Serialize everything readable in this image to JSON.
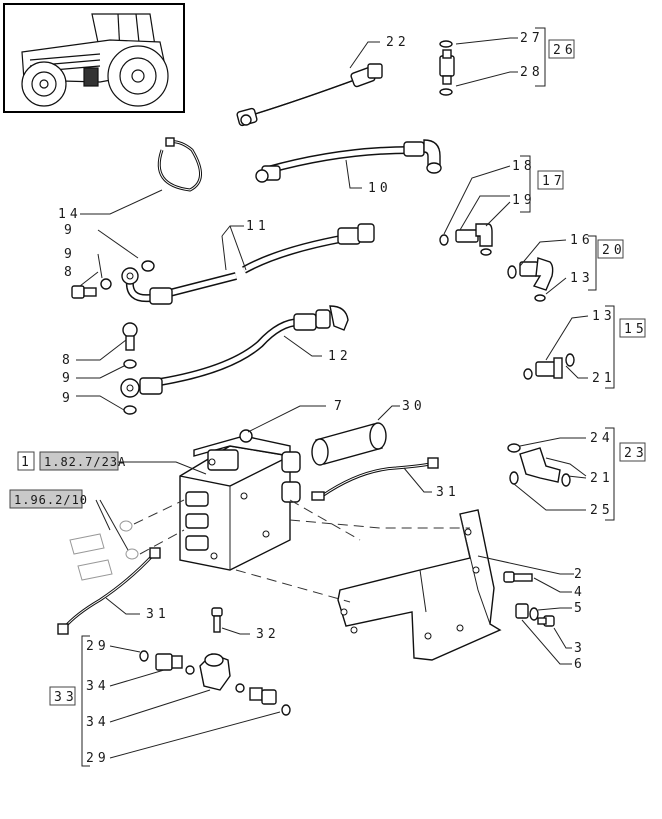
{
  "callouts": {
    "c22": "22",
    "c27": "27",
    "c26": "26",
    "c28": "28",
    "c10": "10",
    "c14": "14",
    "c18": "18",
    "c17": "17",
    "c19": "19",
    "c16": "16",
    "c20": "20",
    "c13a": "13",
    "c9a": "9",
    "c9b": "9",
    "c8a": "8",
    "c11": "11",
    "c8b": "8",
    "c9c": "9",
    "c9d": "9",
    "c12": "12",
    "c13b": "13",
    "c15": "15",
    "c21a": "21",
    "c7": "7",
    "c30": "30",
    "c1": "1",
    "c31a": "31",
    "c24": "24",
    "c23": "23",
    "c21b": "21",
    "c25": "25",
    "c2": "2",
    "c4": "4",
    "c5": "5",
    "c3": "3",
    "c6": "6",
    "c31b": "31",
    "c32": "32",
    "c29a": "29",
    "c34a": "34",
    "c33": "33",
    "c34b": "34",
    "c29b": "29"
  },
  "refs": {
    "ref1": "1.82.7/23A",
    "ref2": "1.96.2/10"
  },
  "thumbnail": {
    "icon": "tractor-icon"
  }
}
